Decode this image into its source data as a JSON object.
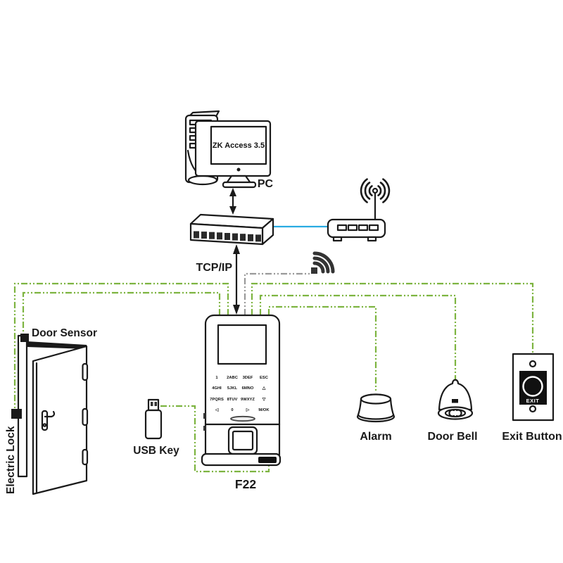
{
  "labels": {
    "software": "ZK Access 3.5",
    "pc": "PC",
    "protocol": "TCP/IP",
    "device_model": "F22",
    "usb_key": "USB Key",
    "door_sensor": "Door Sensor",
    "electric_lock": "Electric Lock",
    "alarm": "Alarm",
    "door_bell": "Door Bell",
    "exit_button": "Exit Button",
    "exit_button_face": "EXIT"
  },
  "keypad": {
    "rows": [
      [
        "1",
        "2ABC",
        "3DEF",
        "ESC"
      ],
      [
        "4GHI",
        "5JKL",
        "6MNO",
        "△"
      ],
      [
        "7PQRS",
        "8TUV",
        "9WXYZ",
        "▽"
      ],
      [
        "◁",
        "0",
        "▷",
        "M/OK"
      ]
    ]
  },
  "colors": {
    "wire_green": "#7db440",
    "wire_blue": "#29abe2",
    "wire_gray": "#9a9a9a",
    "ink": "#1a1a1a"
  }
}
